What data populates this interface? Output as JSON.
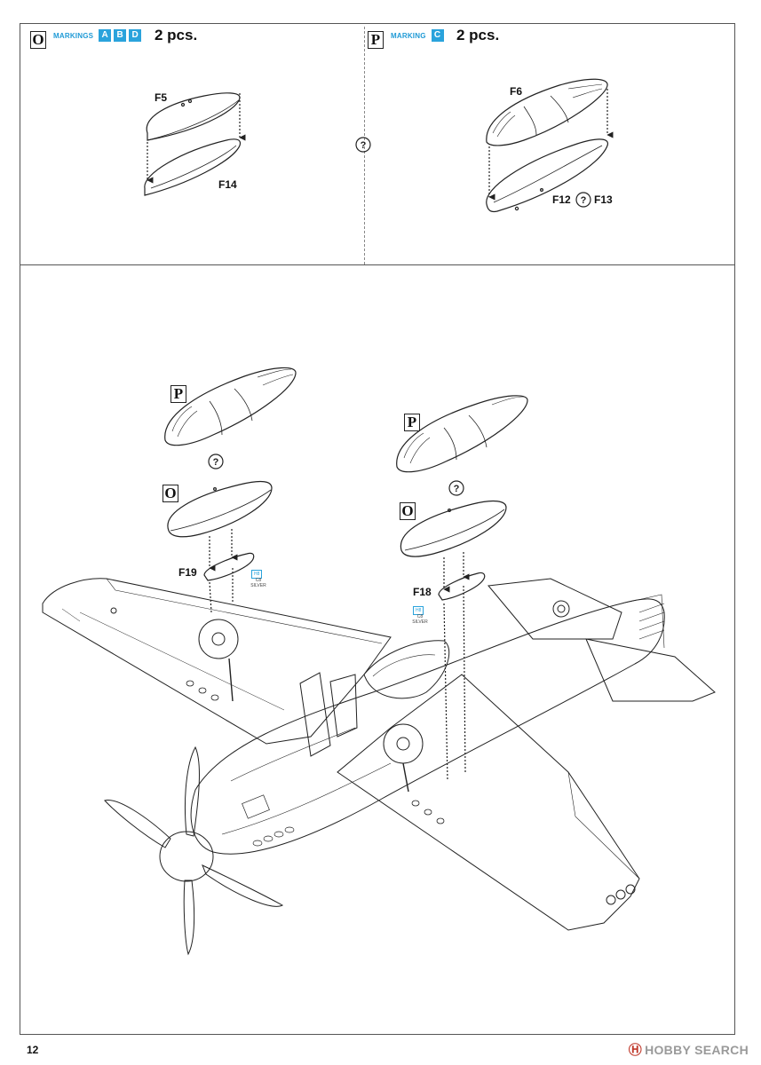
{
  "step_o": {
    "letter": "O",
    "markings_label": "MARKINGS",
    "markings": [
      "A",
      "B",
      "D"
    ],
    "quantity": "2 pcs.",
    "parts": [
      "F5",
      "F14"
    ]
  },
  "step_p": {
    "letter": "P",
    "markings_label": "MARKING",
    "markings": [
      "C"
    ],
    "quantity": "2 pcs.",
    "parts": [
      "F6",
      "F12",
      "F13"
    ],
    "option_symbol": "?"
  },
  "center_option_symbol": "?",
  "main_view": {
    "left_tank": {
      "step_top": "P",
      "step_bottom": "O",
      "part": "F19",
      "option_symbol": "?"
    },
    "right_tank": {
      "step_top": "P",
      "step_bottom": "O",
      "part": "F18",
      "option_symbol": "?"
    },
    "paint_left": {
      "code": "H8",
      "code2": "C8",
      "color": "SILVER"
    },
    "paint_right": {
      "code": "H8",
      "code2": "C8",
      "color": "SILVER"
    }
  },
  "page_number": "12",
  "watermark": {
    "logo": "Ⓗ",
    "text": "HOBBY SEARCH"
  }
}
